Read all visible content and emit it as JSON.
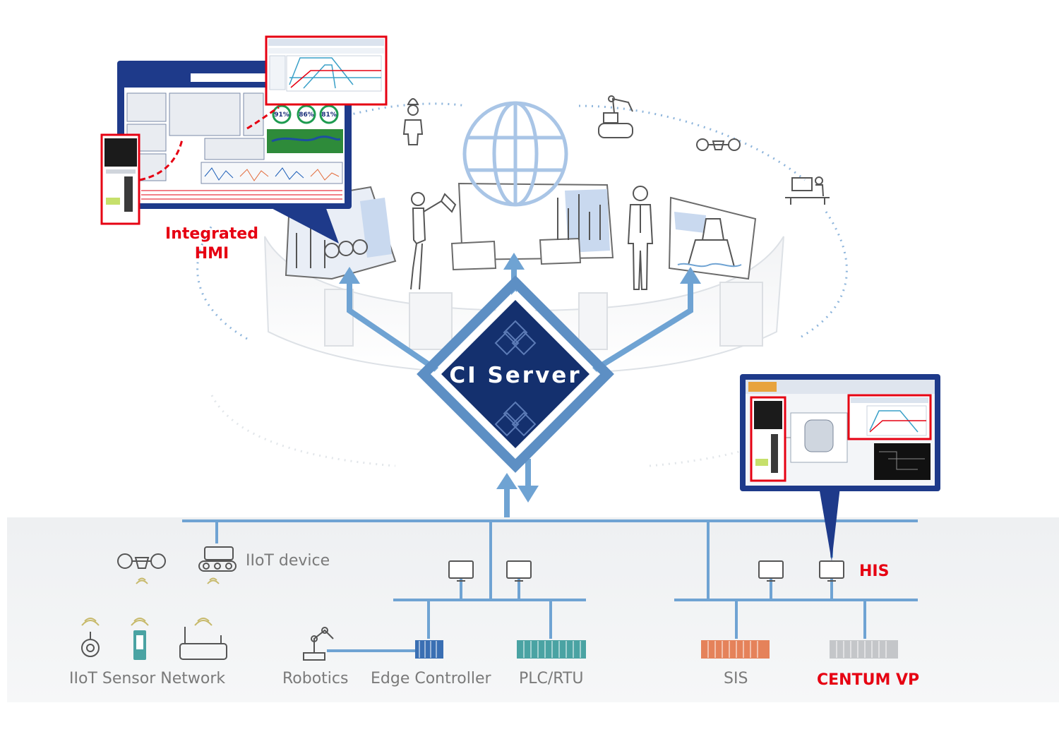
{
  "server": {
    "label": "CI Server"
  },
  "labels": {
    "integrated_hmi_line1": "Integrated",
    "integrated_hmi_line2": "HMI",
    "iiot_device": "IIoT device",
    "iiot_sensor_network": "IIoT Sensor Network",
    "robotics": "Robotics",
    "edge_controller": "Edge Controller",
    "plc_rtu": "PLC/RTU",
    "sis": "SIS",
    "centum_vp": "CENTUM VP",
    "his": "HIS"
  },
  "hmi_gauges": [
    "91%",
    "86%",
    "81%"
  ],
  "colors": {
    "accent_red": "#e60012",
    "network_blue": "#6fa3d3",
    "server_navy": "#14306e",
    "server_frame": "#5d8fc4",
    "label_gray": "#7a7a7a",
    "footer_bg": "#eff1f3"
  },
  "icons": [
    "globe-icon",
    "drone-icon",
    "excavator-robot-icon",
    "worker-icon",
    "desk-operator-icon",
    "tracked-vehicle-icon",
    "wireless-signal-icon",
    "sensor-icon",
    "robot-arm-icon",
    "workstation-icon",
    "controller-rack-icon"
  ]
}
